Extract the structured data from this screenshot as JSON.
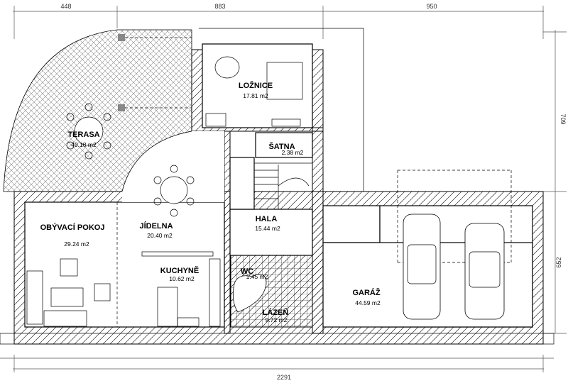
{
  "dimensions": {
    "top": [
      "448",
      "883",
      "950"
    ],
    "bottom": "2291",
    "right": [
      "709",
      "652"
    ]
  },
  "rooms": {
    "terasa": {
      "name": "TERASA",
      "area": "49.18 m2"
    },
    "loznice": {
      "name": "LOŽNICE",
      "area": "17.81 m2"
    },
    "satna": {
      "name": "ŠATNA",
      "area": "2.38 m2"
    },
    "hala": {
      "name": "HALA",
      "area": "15.44 m2"
    },
    "jidelna": {
      "name": "JÍDELNA",
      "area": "20.40 m2"
    },
    "obyvaci": {
      "name": "OBÝVACÍ POKOJ",
      "area": "29.24 m2"
    },
    "kuchyne": {
      "name": "KUCHYNĚ",
      "area": "10.62 m2"
    },
    "wc": {
      "name": "WC",
      "area": "1.45 m2"
    },
    "lazen": {
      "name": "LÁZEŇ",
      "area": "9.72 m2"
    },
    "garaz": {
      "name": "GARÁŽ",
      "area": "44.59 m2"
    }
  }
}
